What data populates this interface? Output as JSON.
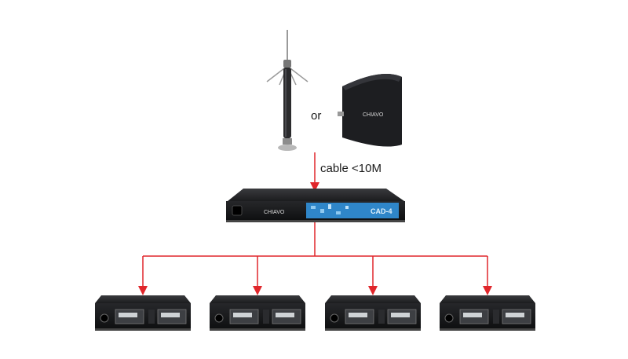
{
  "labels": {
    "or": "or",
    "cable": "cable <10M"
  },
  "devices": {
    "antenna_brand": "CHIAVO",
    "distributor_brand": "CHIAVO",
    "distributor_model": "CAD-4",
    "receiver_count": 4
  },
  "colors": {
    "connector_line": "#e0262b",
    "device_body": "#1b1c1e",
    "distributor_accent": "#2f86c9",
    "label_text": "#1a1a1a"
  },
  "icons": [
    "omni-antenna-icon",
    "paddle-antenna-icon",
    "antenna-distributor-icon",
    "wireless-receiver-icon"
  ]
}
